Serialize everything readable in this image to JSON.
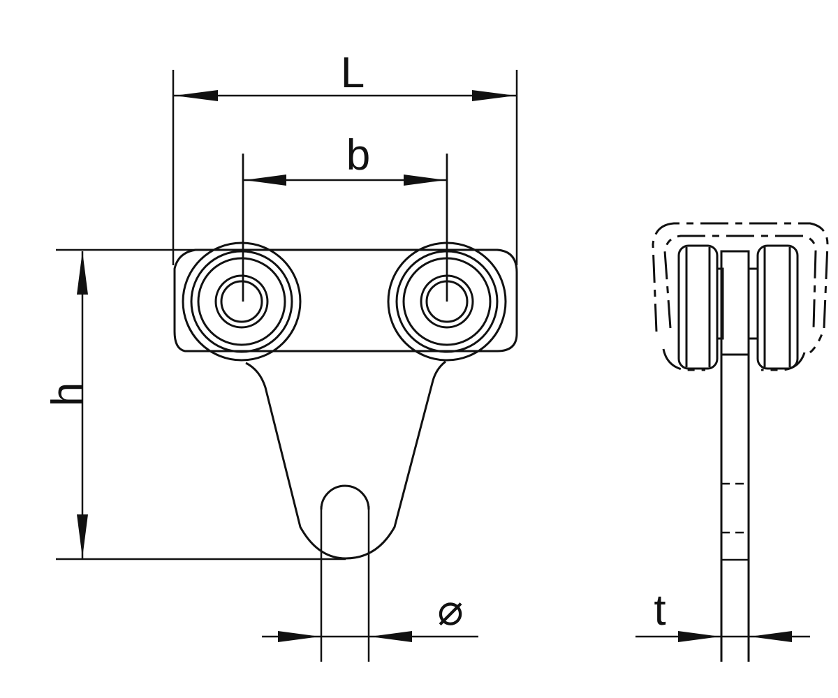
{
  "labels": {
    "length": "L",
    "wheel_spacing": "b",
    "height": "h",
    "diameter": "⌀",
    "thickness": "t"
  }
}
